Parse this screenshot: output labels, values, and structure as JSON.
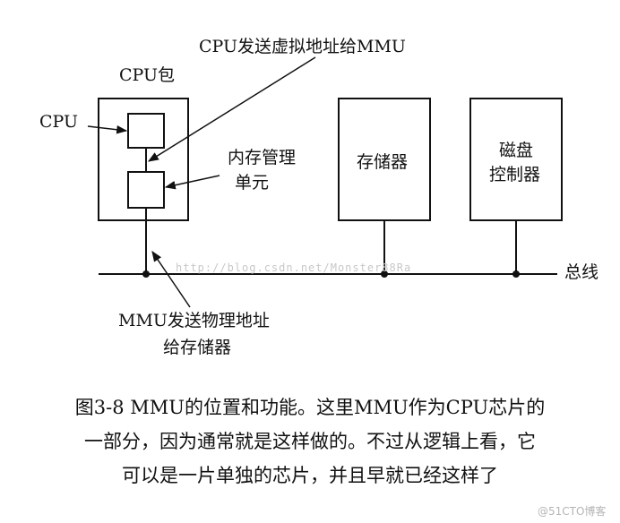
{
  "labels": {
    "cpu_package": "CPU包",
    "cpu": "CPU",
    "cpu_sends_virtual_address": "CPU发送虚拟地址给MMU",
    "mmu_unit_line1": "内存管理",
    "mmu_unit_line2": "单元",
    "memory": "存储器",
    "disk_controller_line1": "磁盘",
    "disk_controller_line2": "控制器",
    "bus": "总线",
    "mmu_sends_physical_line1": "MMU发送物理地址",
    "mmu_sends_physical_line2": "给存储器"
  },
  "caption": {
    "line1": "图3-8  MMU的位置和功能。这里MMU作为CPU芯片的",
    "line2": "一部分，因为通常就是这样做的。不过从逻辑上看，它",
    "line3": "可以是一片单独的芯片，并且早就已经这样了"
  },
  "watermarks": {
    "blog_url": "http://blog.csdn.net/Monster88Ra",
    "site": "@51CTO博客"
  }
}
